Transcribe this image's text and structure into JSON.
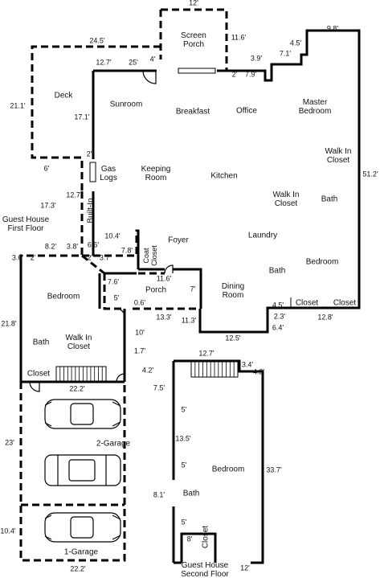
{
  "rooms": {
    "screen_porch": "Screen\nPorch",
    "deck": "Deck",
    "sunroom": "Sunroom",
    "breakfast": "Breakfast",
    "office": "Office",
    "master_bedroom": "Master\nBedroom",
    "walk_in_closet_master": "Walk In\nCloset",
    "gas_logs": "Gas\nLogs",
    "keeping_room": "Keeping\nRoom",
    "kitchen": "Kitchen",
    "walk_in_closet_mid": "Walk In\nCloset",
    "bath_master": "Bath",
    "built_in": "Built-In",
    "guest_house_first_floor": "Guest House\nFirst Floor",
    "foyer": "Foyer",
    "laundry": "Laundry",
    "coat_closet": "Coat\nCloset",
    "bedroom_right": "Bedroom",
    "bath_mid": "Bath",
    "porch": "Porch",
    "dining_room": "Dining\nRoom",
    "closet_right_1": "Closet",
    "closet_right_2": "Closet",
    "bedroom_guest": "Bedroom",
    "bath_guest": "Bath",
    "walk_in_closet_guest": "Walk In\nCloset",
    "closet_guest": "Closet",
    "two_garage": "2-Garage",
    "one_garage": "1-Garage",
    "bedroom_second": "Bedroom",
    "bath_second": "Bath",
    "closet_second": "Closet",
    "guest_house_second_floor": "Guest House\nSecond Floor"
  },
  "dimensions": {
    "d_12_top": "12'",
    "d_24_5": "24.5'",
    "d_11_6_porch": "11.6'",
    "d_4_5": "4.5'",
    "d_9_8": "9.8'",
    "d_12_7_top": "12.7'",
    "d_25": "25'",
    "d_4": "4'",
    "d_3_9": "3.9'",
    "d_7_1": "7.1'",
    "d_2_top": "2'",
    "d_7_9": "7.9'",
    "d_21_1": "21.1'",
    "d_17_1": "17.1'",
    "d_2_mid": "2'",
    "d_6": "6'",
    "d_12_7_v": "12.7'",
    "d_17_3": "17.3'",
    "d_51_2": "51.2'",
    "d_10_4": "10.4'",
    "d_6_6": "6.6'",
    "d_8_2": "8.2'",
    "d_3_8": "3.8'",
    "d_3_6": "3.6'",
    "d_2_left": "2'",
    "d_2_b": "2'",
    "d_3_7": "3.7'",
    "d_7_8": "7.8'",
    "d_11_6": "11.6'",
    "d_7_6": "7.6'",
    "d_7": "7'",
    "d_5": "5'",
    "d_0_6": "0.6'",
    "d_13_3": "13.3'",
    "d_11_3": "11.3'",
    "d_4_5_b": "4.5'",
    "d_2_3": "2.3'",
    "d_6_4": "6.4'",
    "d_12_8": "12.8'",
    "d_12_5": "12.5'",
    "d_21_8": "21.8'",
    "d_10": "10'",
    "d_1_7": "1.7'",
    "d_4_2": "4.2'",
    "d_12_7_b": "12.7'",
    "d_3_4": "3.4'",
    "d_4_3": "4.3'",
    "d_22_2_top": "22.2'",
    "d_7_5": "7.5'",
    "d_23": "23'",
    "d_5_a": "5'",
    "d_13_5": "13.5'",
    "d_5_b": "5'",
    "d_33_7": "33.7'",
    "d_8_1": "8.1'",
    "d_10_4_b": "10.4'",
    "d_5_c": "5'",
    "d_8": "8'",
    "d_22_2_bottom": "22.2'",
    "d_12_bottom": "12'"
  }
}
